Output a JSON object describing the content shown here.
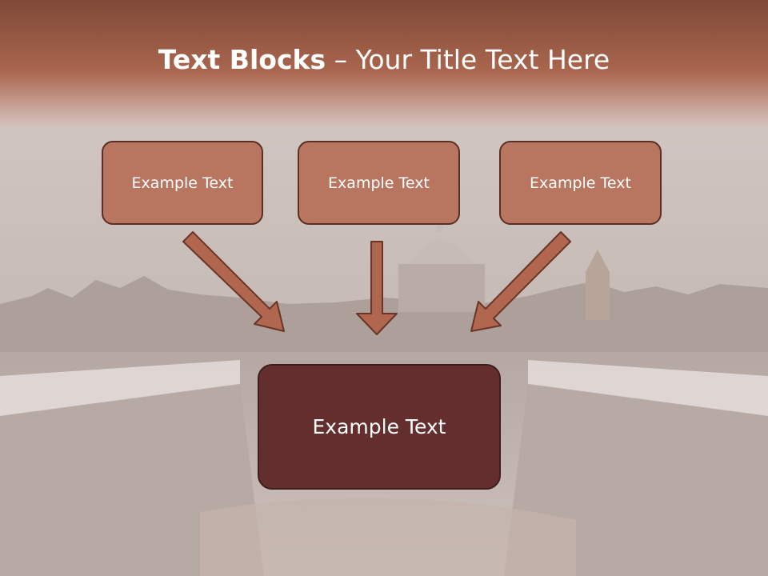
{
  "slide": {
    "title_bold": "Text Blocks",
    "title_dash": " – ",
    "title_rest": "Your Title Text Here"
  },
  "blocks": {
    "top": [
      "Example Text",
      "Example Text",
      "Example Text"
    ],
    "bottom": "Example Text"
  },
  "colors": {
    "header": "#a8604a",
    "box_fill": "#b87660",
    "box_border": "#5b2f25",
    "main_fill": "#642e2f",
    "arrow_fill": "#b0664f"
  }
}
